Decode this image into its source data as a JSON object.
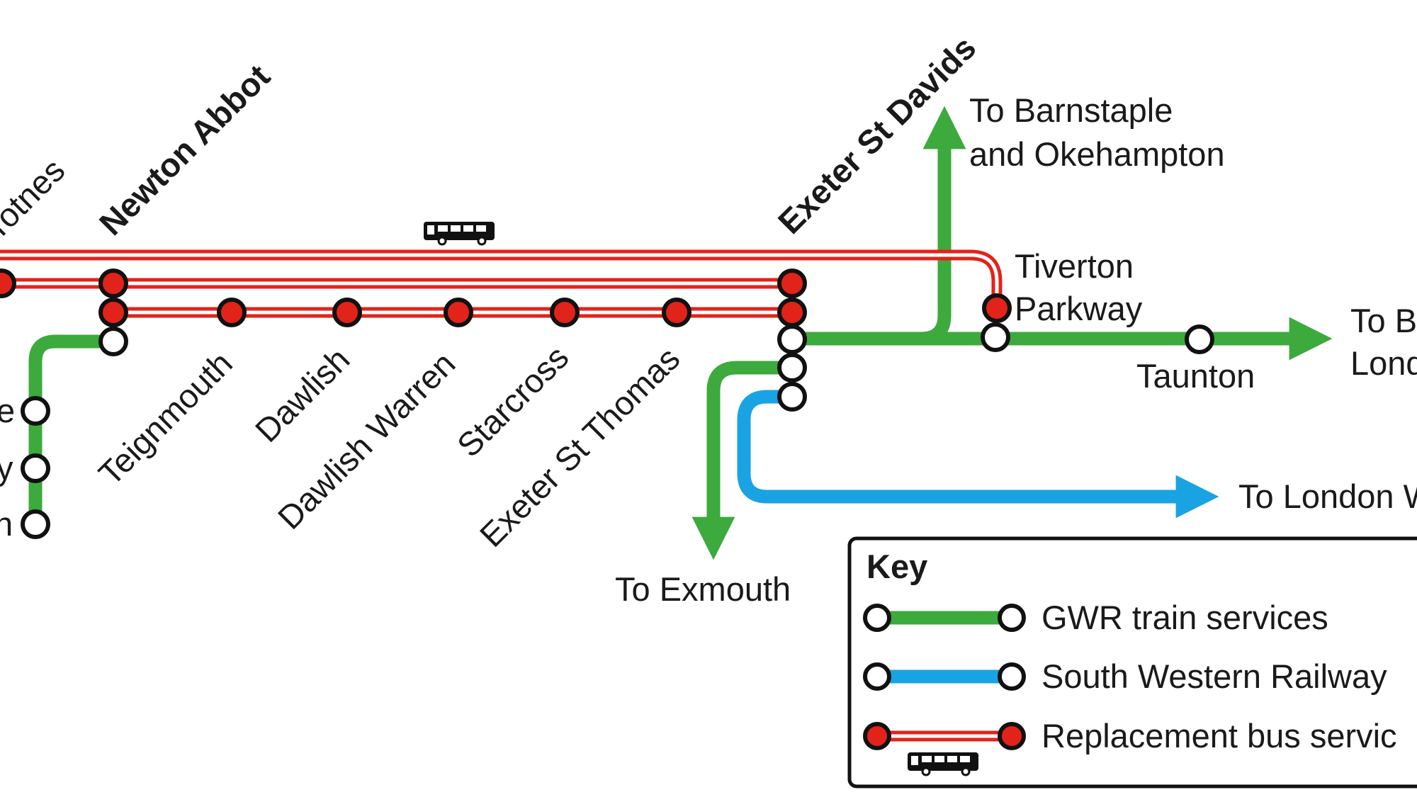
{
  "colors": {
    "gwr": "#3caa3c",
    "swr": "#1aa3e2",
    "bus": "#e2231a",
    "stop_fill_bus": "#e2231a",
    "stop_fill_train": "#ffffff",
    "outline": "#111111"
  },
  "stations": {
    "totnes": "Totnes",
    "newton_abbot": "Newton Abbot",
    "teignmouth": "Teignmouth",
    "dawlish": "Dawlish",
    "dawlish_warren": "Dawlish Warren",
    "starcross": "Starcross",
    "exeter_st_thomas": "Exeter St Thomas",
    "exeter_st_davids": "Exeter St Davids",
    "tiverton_line1": "Tiverton",
    "tiverton_line2": "Parkway",
    "taunton": "Taunton",
    "cut_left_1": "e",
    "cut_left_2": "y",
    "cut_left_3": "n"
  },
  "destinations": {
    "barnstaple_line1": "To Barnstaple",
    "barnstaple_line2": "and Okehampton",
    "bristol_line1": "To B",
    "bristol_line2": "Lond",
    "london_waterloo": "To London W",
    "exmouth": "To Exmouth"
  },
  "icons": {
    "bus_route": "bus-icon",
    "bus_key": "bus-icon"
  },
  "key": {
    "title": "Key",
    "items": [
      {
        "label": "GWR train services",
        "color": "#3caa3c"
      },
      {
        "label": "South Western Railway",
        "color": "#1aa3e2"
      },
      {
        "label": "Replacement bus servic",
        "color": "#e2231a"
      }
    ]
  }
}
